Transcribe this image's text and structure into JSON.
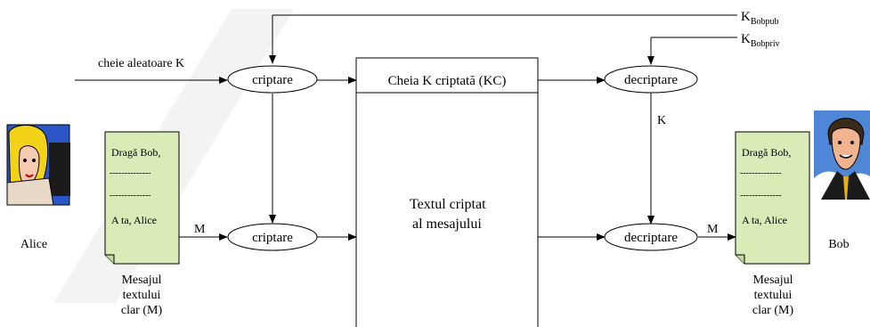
{
  "labels": {
    "k_bob_pub_main": "K",
    "k_bob_pub_sub": "Bobpub",
    "k_bob_priv_main": "K",
    "k_bob_priv_sub": "Bobpriv",
    "random_key": "cheie aleatoare K",
    "encrypt_key": "criptare",
    "encrypt_msg": "criptare",
    "decrypt_key": "decriptare",
    "decrypt_msg": "decriptare",
    "encrypted_key_box": "Cheia K criptată (KC)",
    "ciphertext_line1": "Textul criptat",
    "ciphertext_line2": "al mesajului",
    "k_arrow": "K",
    "m_left": "M",
    "m_right": "M",
    "alice": "Alice",
    "bob": "Bob"
  },
  "letter_left": {
    "greeting": "Dragă Bob,",
    "dashes1": "--------------",
    "dashes2": "--------------",
    "signature": "A ta, Alice"
  },
  "letter_right": {
    "greeting": "Dragă Bob,",
    "dashes1": "--------------",
    "dashes2": "--------------",
    "signature": "A ta, Alice"
  },
  "caption_left": [
    "Mesajul",
    "textului",
    "clar (M)"
  ],
  "caption_right": [
    "Mesajul",
    "textului",
    "clar (M)"
  ],
  "colors": {
    "letter_fill": "#d9ecb8",
    "alice_hair": "#f3d21a",
    "alice_bg": "#2a56c6",
    "bob_bg": "#4f86d6",
    "watermark": "#cfcfcf"
  }
}
